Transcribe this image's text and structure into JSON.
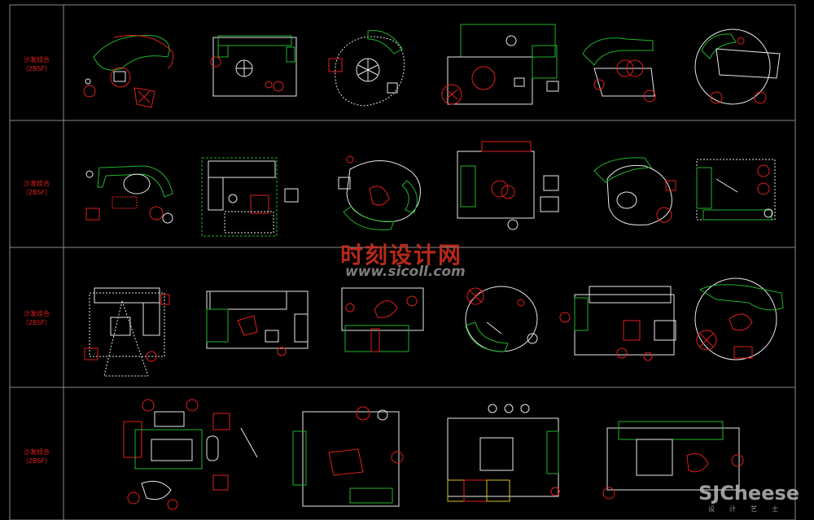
{
  "rows": [
    {
      "title": "沙发组合",
      "code": "（2BSF）"
    },
    {
      "title": "沙发组合",
      "code": "（2BSF）"
    },
    {
      "title": "沙发组合",
      "code": "（2BSF）"
    },
    {
      "title": "沙发组合",
      "code": "（2BSF）"
    }
  ],
  "watermark": {
    "site_cn": "时刻设计网",
    "site_url": "www.sicoll.com",
    "brand": "SJCheese",
    "brand_sub": "设计艺士"
  },
  "colors": {
    "frame": "#8a8a8a",
    "red": "#e0201c",
    "green": "#1fb32a",
    "white": "#e8e8e8",
    "yellow": "#d6c21a"
  }
}
